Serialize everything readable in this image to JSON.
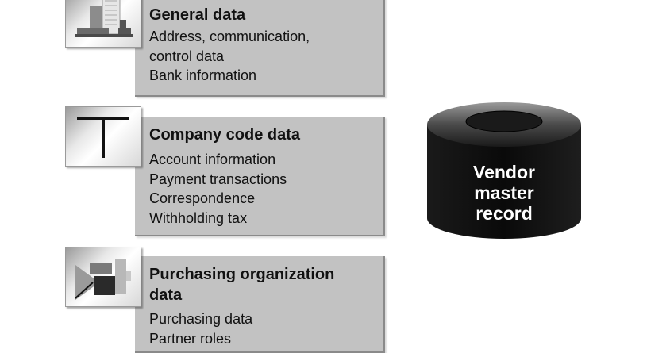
{
  "sections": [
    {
      "title": "General data",
      "icon": "building-icon",
      "lines": [
        "Address, communication,",
        "control data",
        "Bank information"
      ]
    },
    {
      "title": "Company code data",
      "icon": "t-letter-icon",
      "lines": [
        "Account information",
        "Payment transactions",
        "Correspondence",
        "Withholding tax"
      ]
    },
    {
      "title_lines": [
        "Purchasing organization",
        "data"
      ],
      "icon": "purchasing-org-icon",
      "lines": [
        "Purchasing data",
        "Partner roles"
      ]
    }
  ],
  "database": {
    "icon": "database-cylinder-icon",
    "label_lines": [
      "Vendor",
      "master",
      "record"
    ]
  },
  "colors": {
    "box_fill": "#c2c2c2",
    "cylinder": "#111111",
    "background": "#ffffff"
  }
}
